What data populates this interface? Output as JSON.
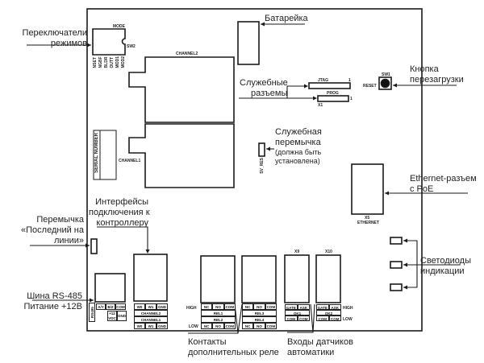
{
  "callouts": {
    "mode_switches": [
      "Переключатели",
      "режимов"
    ],
    "battery": "Батарейка",
    "service_connectors": [
      "Служебные",
      "разъемы"
    ],
    "reset_button": [
      "Кнопка",
      "перезагрузки"
    ],
    "service_jumper": [
      "Служебная",
      "перемычка",
      "(должна быть",
      "установлена)"
    ],
    "ethernet": [
      "Ethernet-разъем",
      "с PoE"
    ],
    "controller_interfaces": [
      "Интерфейсы",
      "подключения к",
      "контроллеру"
    ],
    "last_on_line_jumper": [
      "Перемычка",
      "«Последний на",
      "линии»"
    ],
    "rs485": [
      "Шина RS-485",
      "Питание  +12В"
    ],
    "leds": [
      "Светодиоды",
      "индикации"
    ],
    "relay_contacts": [
      "Контакты",
      "дополнительных реле"
    ],
    "sensor_inputs": [
      "Входы датчиков",
      "автоматики"
    ]
  },
  "board": {
    "mode": "MODE",
    "sw2": "SW2",
    "mode_pins": [
      "NSET",
      "NGBF",
      "BLDR",
      "OUTT",
      "MOD1",
      "MOD2"
    ],
    "channel2": "CHANNEL2",
    "channel1": "CHANNEL1",
    "serial_number": "SERIAL NUMBER",
    "jtag": "JTAG",
    "prog": "PROG",
    "x1": "X1",
    "pin1": "1",
    "sw1": "SW1",
    "reset": "RESET",
    "sv_res": "SV_RES",
    "x5": "X5",
    "ethernet": "ETHERNET",
    "rs485_vert": "RS485",
    "rs485_terms": [
      "A/Y",
      "B/Z",
      "COM"
    ],
    "power_terms": [
      "+12 VDC",
      "GND"
    ],
    "wiegand_top": [
      "W0",
      "W1",
      "GND"
    ],
    "wiegand_ch2": "CHANNEL2",
    "wiegand_ch1": "CHANNEL1",
    "wiegand_bottom": [
      "W0",
      "W1",
      "GND"
    ],
    "high": "HIGH",
    "low": "LOW",
    "relay_terms": [
      "NC",
      "NO",
      "COM"
    ],
    "rel1": "REL1",
    "rel2": "REL2",
    "rel3": "REL3",
    "rel4": "REL4",
    "x9": "X9",
    "x10": "X10",
    "input_top": [
      "GATE",
      "ASK"
    ],
    "ok1": "OK1",
    "ok2": "OK2",
    "input_bottom": [
      "COM",
      "COM"
    ]
  }
}
